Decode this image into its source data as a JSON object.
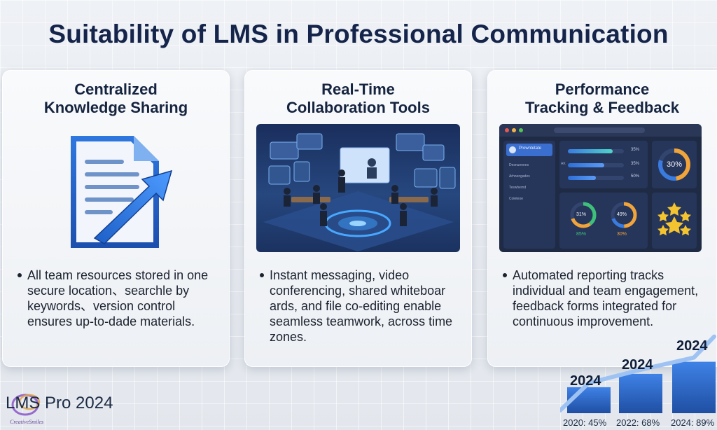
{
  "title": "Suitability of LMS in Professional Communication",
  "cards": [
    {
      "heading": [
        "Centralized",
        "Knowledge Sharing"
      ],
      "bullet": "All team resources stored in one secure location、searchle by keywords、version control ensures up-to-dade materials.",
      "icon": "document-growth-icon"
    },
    {
      "heading": [
        "Real-Time",
        "Collaboration Tools"
      ],
      "bullet": "Instant messaging, video conferencing, shared whiteboar ards, and file co-editing enable seamless teamwork, across time zones.",
      "icon": "virtual-meeting-illustration"
    },
    {
      "heading": [
        "Performance",
        "Tracking & Feedback"
      ],
      "bullet": "Automated reporting tracks individual and team engagement, feedback forms integrated for continuous improvement.",
      "icon": "analytics-dashboard-illustration"
    }
  ],
  "dashboard": {
    "profile_name": "Prowntetate",
    "sidebar_items": [
      "Desnuenees",
      "Arhnengades",
      "Teswhernd",
      "Coleteoe"
    ],
    "bars": [
      {
        "label": "",
        "value": 0.8,
        "text": "35%"
      },
      {
        "label": "AK",
        "value": 0.65,
        "text": "35%"
      },
      {
        "label": "",
        "value": 0.5,
        "text": "50%"
      }
    ],
    "gauge_main": "30%",
    "gauge_left": {
      "inner": "31%",
      "below": "85%"
    },
    "gauge_right": {
      "inner": "49%",
      "below": "30%"
    }
  },
  "brand": {
    "product": "LMS Pro 2024",
    "logo_text": "CreativeSmiles"
  },
  "growth": {
    "year_labels": [
      "2024",
      "2024",
      "2024"
    ],
    "points": [
      {
        "label": "2020: 45%",
        "value": 45
      },
      {
        "label": "2022: 68%",
        "value": 68
      },
      {
        "label": "2024: 89%",
        "value": 89
      }
    ]
  },
  "colors": {
    "title": "#14244a",
    "accent_blue": "#2f6fd6",
    "dark_panel": "#1f2b45",
    "gauge_orange": "#f0a43a",
    "gauge_green": "#3ec07a"
  }
}
